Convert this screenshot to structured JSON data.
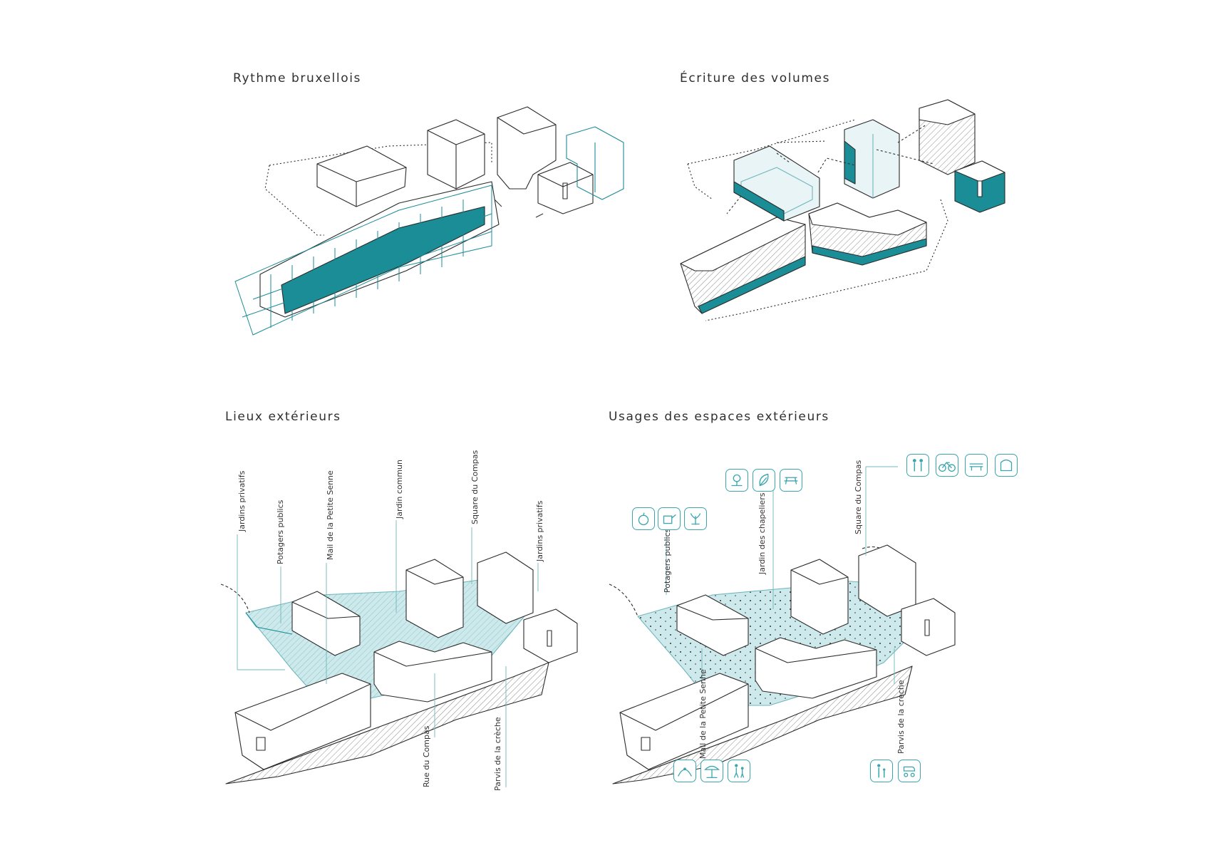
{
  "panels": {
    "top_left": {
      "title": "Rythme bruxellois"
    },
    "top_right": {
      "title": "Écriture des volumes"
    },
    "bottom_left": {
      "title": "Lieux extérieurs",
      "labels": [
        "Jardins privatifs",
        "Potagers publics",
        "Mail de la Petite Senne",
        "Jardin commun",
        "Square du Compas",
        "Jardins privatifs",
        "Rue du Compas",
        "Parvis de la crèche"
      ]
    },
    "bottom_right": {
      "title": "Usages des espaces extérieurs",
      "labels": [
        "Potagers publics",
        "Jardin des chapeliers",
        "Square du Compas",
        "Mail de la Petite Senne",
        "Parvis de la crèche"
      ],
      "icon_groups": [
        {
          "for": "Potagers publics",
          "icons": [
            "apple-icon",
            "watering-can-icon",
            "plant-icon"
          ]
        },
        {
          "for": "Jardin des chapeliers",
          "icons": [
            "garden-icon",
            "leaf-icon",
            "picnic-table-icon"
          ]
        },
        {
          "for": "Square du Compas",
          "icons": [
            "people-talking-icon",
            "bicycle-icon",
            "bench-icon",
            "kiosk-icon"
          ]
        },
        {
          "for": "Mail de la Petite Senne",
          "icons": [
            "play-arch-icon",
            "sun-umbrella-icon",
            "walking-family-icon"
          ]
        },
        {
          "for": "Parvis de la crèche",
          "icons": [
            "parent-child-icon",
            "stroller-icon"
          ]
        }
      ]
    }
  },
  "colors": {
    "accent": "#1a8d96",
    "accent_light": "#cde9eb",
    "line": "#2b2b2b"
  }
}
